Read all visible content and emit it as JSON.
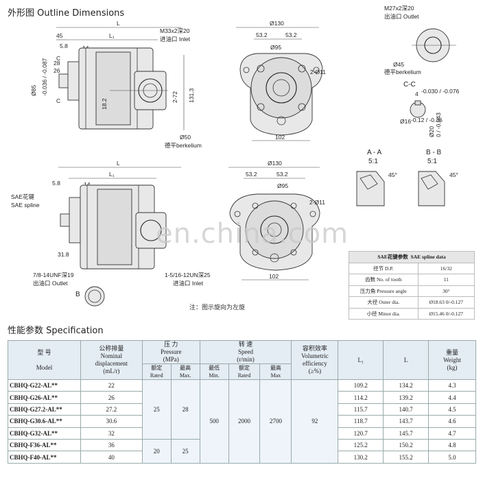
{
  "sections": {
    "outline_title": "外形图   Outline Dimensions",
    "spec_title": "性能参数   Specification"
  },
  "watermark": "en.china.com",
  "note": "注：图示旋向为左旋",
  "labels": {
    "L": "L",
    "L1": "L₁",
    "d45": "45",
    "d5_8": "5.8",
    "d14": "14",
    "d28": "28",
    "d26": "26",
    "C": "C",
    "d85": "Ø85",
    "d85_tol": "-0.036 / -0.087",
    "m33": "M33x2深20",
    "m33_sub": "进油口 Inlet",
    "d18_2": "18.2",
    "d2_72": "2-72",
    "d131_3": "131.3",
    "d50": "Ø50",
    "berk1": "德平berkelium",
    "d130": "Ø130",
    "d53_2a": "53.2",
    "d53_2b": "53.2",
    "d95": "Ø95",
    "d2_11": "2-Ø11",
    "d102": "102",
    "m27": "M27x2深20",
    "m27_sub": "出油口 Outlet",
    "d45b": "Ø45",
    "berk2": "德平berkelium",
    "cc": "C-C",
    "d4": "4",
    "d4_tol": "-0.030 / -0.076",
    "d16": "Ø16",
    "d16_tol": "-0.12 / -0.36",
    "d20": "Ø20",
    "d20_tol": "0 / -0.043",
    "aa": "A - A",
    "aa_scale": "5:1",
    "bb": "B - B",
    "bb_scale": "5:1",
    "d45deg": "45°",
    "d45deg2": "45°",
    "sae1": "SAE花键",
    "sae2": "SAE spline",
    "d31_8": "31.8",
    "d5_8b": "5.8",
    "d14b": "14",
    "outlet_unf": "7/8-14UNF深19",
    "outlet_unf_sub": "出油口 Outlet",
    "inlet_un": "1-5/16-12UN深25",
    "inlet_un_sub": "进油口 Inlet",
    "B": "B"
  },
  "spline": {
    "header": [
      "SAE花键参数",
      "SAE spline data"
    ],
    "rows": [
      {
        "k": "径节  D.P.",
        "v": "16/32"
      },
      {
        "k": "齿数  No. of tooth",
        "v": "11"
      },
      {
        "k": "压力角  Pressure angle",
        "v": "30°"
      },
      {
        "k": "大径  Outer dia.",
        "v": "Ø18.63 0/-0.127"
      },
      {
        "k": "小径  Minor dia.",
        "v": "Ø15.46 0/-0.127"
      }
    ]
  },
  "spec": {
    "headers": {
      "model": [
        "型    号",
        "Model"
      ],
      "disp": [
        "公称排量",
        "Nominal",
        "displacement",
        "(mL/r)"
      ],
      "pressure": [
        "压    力",
        "Pressure",
        "(MPa)"
      ],
      "p_rated": [
        "额定",
        "Rated"
      ],
      "p_max": [
        "最高",
        "Max."
      ],
      "speed": [
        "转    速",
        "Speed",
        "(r/min)"
      ],
      "s_min": [
        "最低",
        "Min."
      ],
      "s_rated": [
        "额定",
        "Rated"
      ],
      "s_max": [
        "最高",
        "Max"
      ],
      "eff": [
        "容积效率",
        "Volumetric",
        "efficiency",
        "(≥%)"
      ],
      "L1": "L₁",
      "L": "L",
      "weight": [
        "重量",
        "Weight",
        "(kg)"
      ]
    },
    "rows": [
      {
        "model": "CBHQ-G22-AL**",
        "disp": "22",
        "L1": "109.2",
        "L": "134.2",
        "w": "4.3"
      },
      {
        "model": "CBHQ-G26-AL**",
        "disp": "26",
        "L1": "114.2",
        "L": "139.2",
        "w": "4.4"
      },
      {
        "model": "CBHQ-G27.2-AL**",
        "disp": "27.2",
        "L1": "115.7",
        "L": "140.7",
        "w": "4.5"
      },
      {
        "model": "CBHQ-G30.6-AL**",
        "disp": "30.6",
        "L1": "118.7",
        "L": "143.7",
        "w": "4.6"
      },
      {
        "model": "CBHQ-G32-AL**",
        "disp": "32",
        "L1": "120.7",
        "L": "145.7",
        "w": "4.7"
      },
      {
        "model": "CBHQ-F36-AL**",
        "disp": "36",
        "L1": "125.2",
        "L": "150.2",
        "w": "4.8"
      },
      {
        "model": "CBHQ-F40-AL**",
        "disp": "40",
        "L1": "130.2",
        "L": "155.2",
        "w": "5.0"
      }
    ],
    "merged": {
      "p_rated_g": "25",
      "p_max_g": "28",
      "p_rated_f": "20",
      "p_max_f": "25",
      "s_min": "500",
      "s_rated": "2000",
      "s_max": "2700",
      "eff": "92"
    }
  }
}
